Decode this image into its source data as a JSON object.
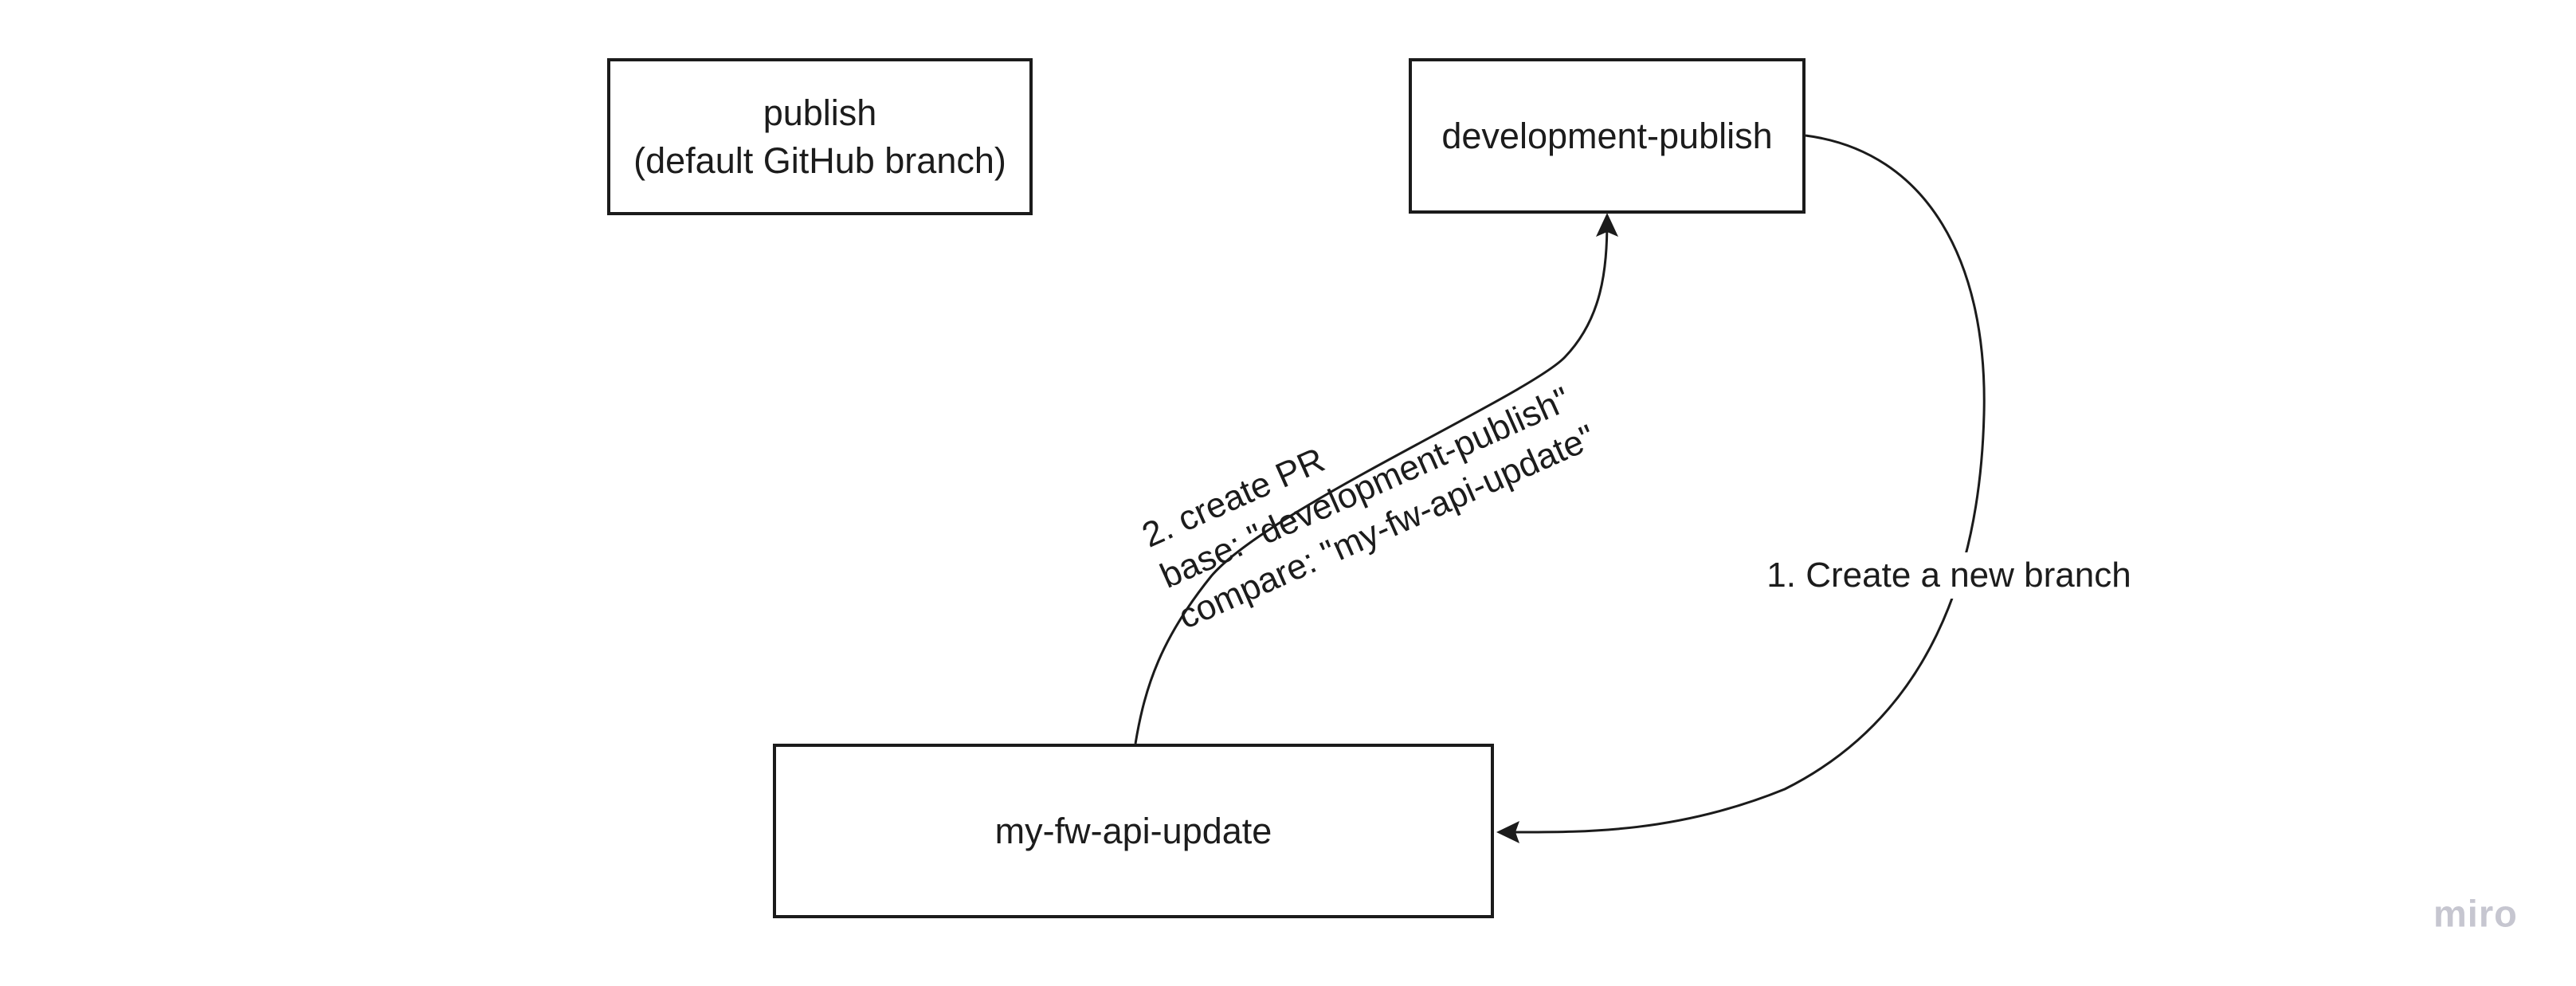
{
  "canvas": {
    "background_color": "#ffffff",
    "stroke_color": "#1b1b1b",
    "text_color": "#1c1c1c"
  },
  "nodes": {
    "publish": {
      "lines": [
        "publish",
        "(default GitHub branch)"
      ]
    },
    "development_publish": {
      "label": "development-publish"
    },
    "my_fw_api_update": {
      "label": "my-fw-api-update"
    }
  },
  "edges": {
    "create_branch": {
      "label": "1. Create a new branch",
      "from": "development-publish",
      "to": "my-fw-api-update"
    },
    "create_pr": {
      "lines": [
        "2. create PR",
        "base: \"development-publish\"",
        "compare: \"my-fw-api-update\""
      ],
      "from": "my-fw-api-update",
      "to": "development-publish"
    }
  },
  "watermark": {
    "text": "miro",
    "color": "#c6c6d0"
  }
}
